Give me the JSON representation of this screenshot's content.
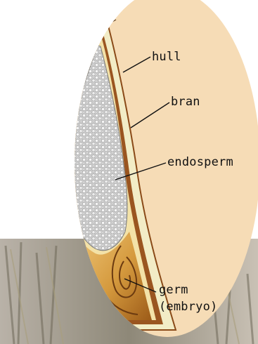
{
  "labels": {
    "hull": "hull",
    "bran": "bran",
    "endosperm": "endosperm",
    "germ_line1": "germ",
    "germ_line2": "(embryo)"
  },
  "colors": {
    "oval_background": "#f6dcb6",
    "hull_cream": "#f4ecc9",
    "bran_brown": "#8a4a18",
    "endosperm_gray": "#d4d4d4",
    "germ_gold": "#d9a14a",
    "grass_photo": "#8e8a80"
  }
}
